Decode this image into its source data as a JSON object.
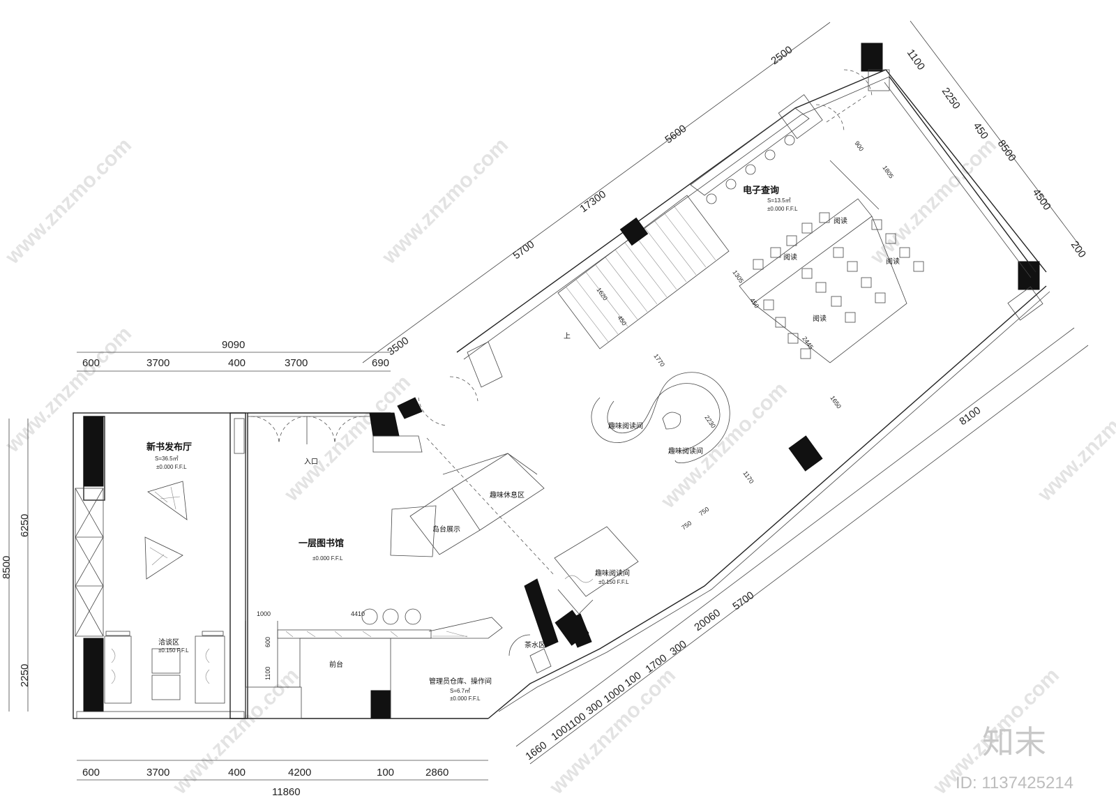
{
  "watermark": {
    "site": "www.znzmo.com",
    "brand": "知末",
    "id": "ID: 1137425214"
  },
  "rooms": {
    "new_book_hall": {
      "name": "新书发布厅",
      "area": "S=36.5㎡",
      "level": "±0.000 F.F.L"
    },
    "library": {
      "name": "一层图书馆",
      "level": "±0.000 F.F.L"
    },
    "e_query": {
      "name": "电子查询",
      "area": "S=13.5㎡",
      "level": "±0.000 F.F.L"
    },
    "negotiation": {
      "name": "洽谈区",
      "level": "±0.150 F.F.L"
    },
    "reception": {
      "name": "前台"
    },
    "storage": {
      "name": "管理员仓库、操作间",
      "area": "S=6.7㎡",
      "level": "±0.000 F.F.L"
    },
    "tea": {
      "name": "茶水区"
    },
    "fun_rest": {
      "name": "趣味休息区"
    },
    "island": {
      "name": "岛台展示"
    },
    "fun_reading_a": {
      "name": "趣味阅读间"
    },
    "fun_reading_b": {
      "name": "趣味阅读间"
    },
    "fun_reading_c": {
      "name": "趣味阅读间",
      "level": "±0.150 F.F.L"
    },
    "entrance": {
      "name": "入口"
    },
    "up": {
      "name": "上"
    },
    "read": [
      "阅读",
      "阅读",
      "阅读",
      "阅读"
    ]
  },
  "dims": {
    "top_total": "9090",
    "top": [
      "600",
      "3700",
      "400",
      "3700",
      "690"
    ],
    "bottom_total": "11860",
    "bottom": [
      "600",
      "3700",
      "400",
      "4200",
      "100",
      "2860"
    ],
    "left_total": "8500",
    "left": [
      "6250",
      "2250"
    ],
    "right_total": "8500",
    "right": [
      "1100",
      "2250",
      "450",
      "4500",
      "200"
    ],
    "ne_total": "17300",
    "ne": [
      "3500",
      "5700",
      "5600",
      "2500"
    ],
    "se_total": "20060",
    "se_outer": "8100",
    "se": [
      "1660",
      "100",
      "1100",
      "300",
      "1000",
      "100",
      "1700",
      "300",
      "5700"
    ],
    "inner": [
      "900",
      "1805",
      "1305",
      "450",
      "1620",
      "450",
      "2445",
      "1770",
      "1650",
      "2230",
      "1170",
      "750",
      "750",
      "1000",
      "4410",
      "600",
      "1100"
    ]
  }
}
